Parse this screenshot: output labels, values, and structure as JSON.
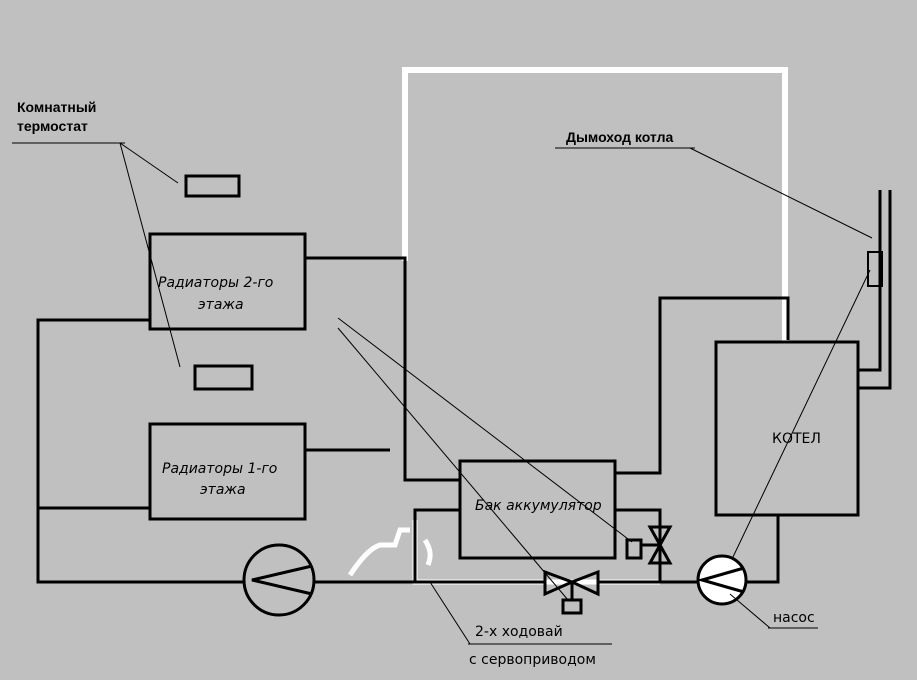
{
  "labels": {
    "thermostat_line1": "Комнатный",
    "thermostat_line2": "термостат",
    "flue": "Дымоход котла",
    "radiators_2_line1": "Радиаторы 2-го",
    "radiators_2_line2": "этажа",
    "radiators_1_line1": "Радиаторы 1-го",
    "radiators_1_line2": "этажа",
    "tank": "Бак аккумулятор",
    "boiler": "КОТЕЛ",
    "pump": "насос",
    "valve_line1": "2-х ходовай",
    "valve_line2": "с сервоприводом"
  },
  "colors": {
    "background": "#c0c0c0",
    "line": "#000000",
    "highlight": "#ffffff"
  }
}
